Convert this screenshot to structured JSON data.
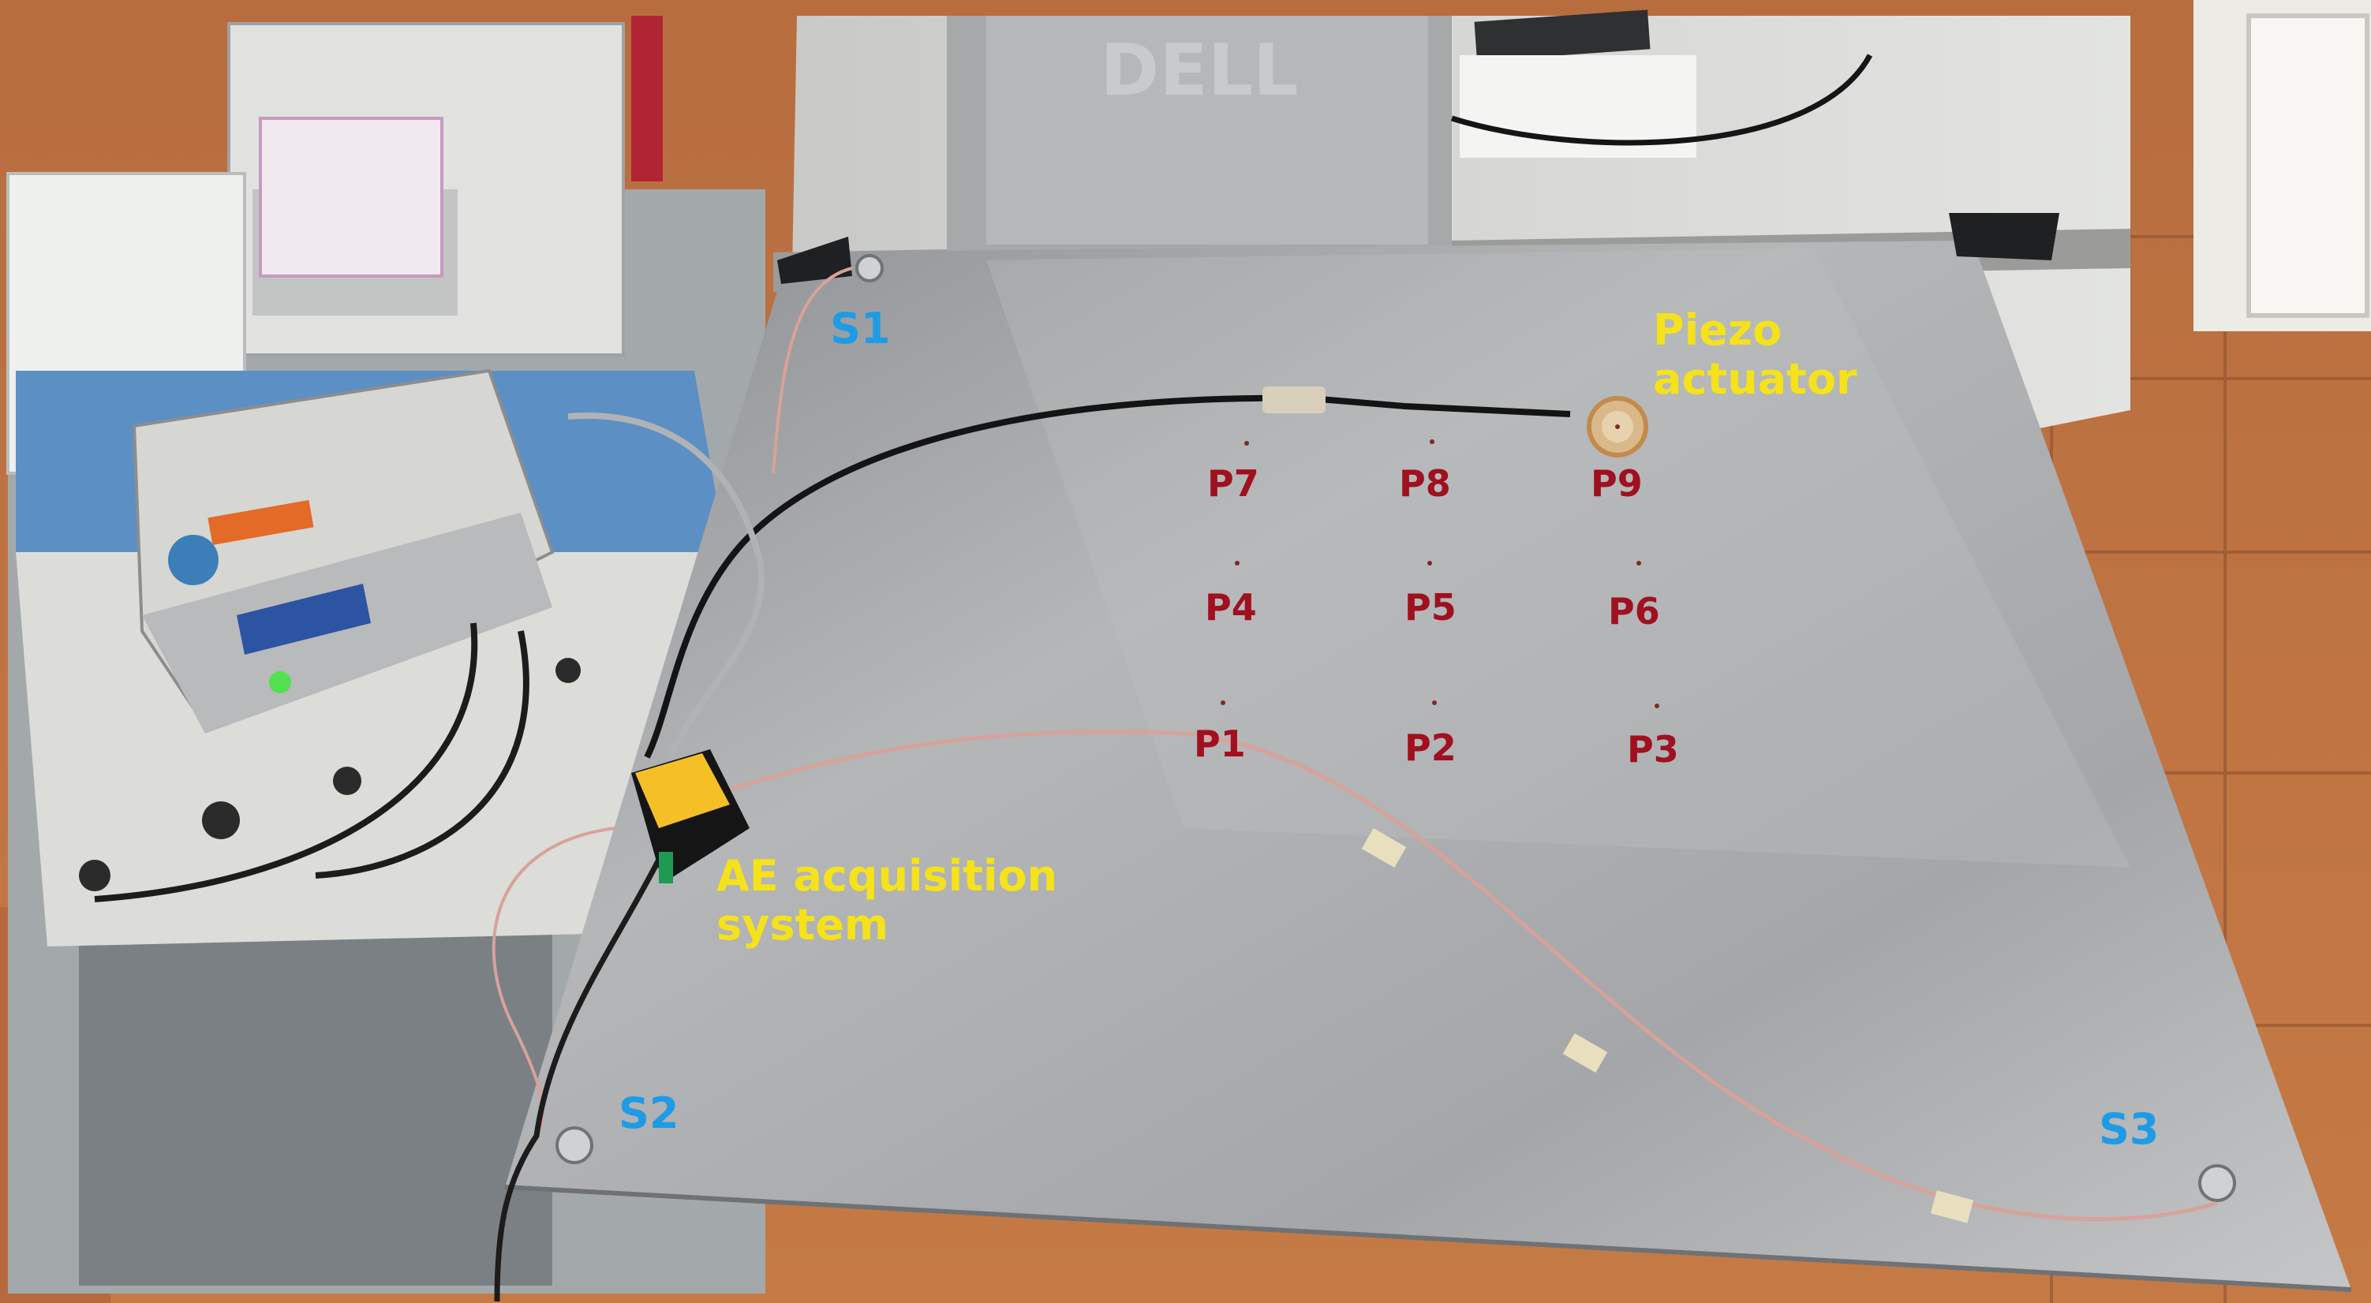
{
  "labels": {
    "sensors": {
      "s1": "S1",
      "s2": "S2",
      "s3": "S3"
    },
    "points": {
      "p1": "P1",
      "p2": "P2",
      "p3": "P3",
      "p4": "P4",
      "p5": "P5",
      "p6": "P6",
      "p7": "P7",
      "p8": "P8",
      "p9": "P9"
    },
    "piezo": {
      "line1": "Piezo",
      "line2": "actuator"
    },
    "ae": {
      "line1": "AE acquisition",
      "line2": "system"
    }
  },
  "colors": {
    "sensor_label": "#1e9be6",
    "callout_label": "#f5e21a",
    "point_label": "#a0101e",
    "plate": "#a9abad",
    "floor": "#b4673a",
    "desk": "#d8d9d6"
  }
}
